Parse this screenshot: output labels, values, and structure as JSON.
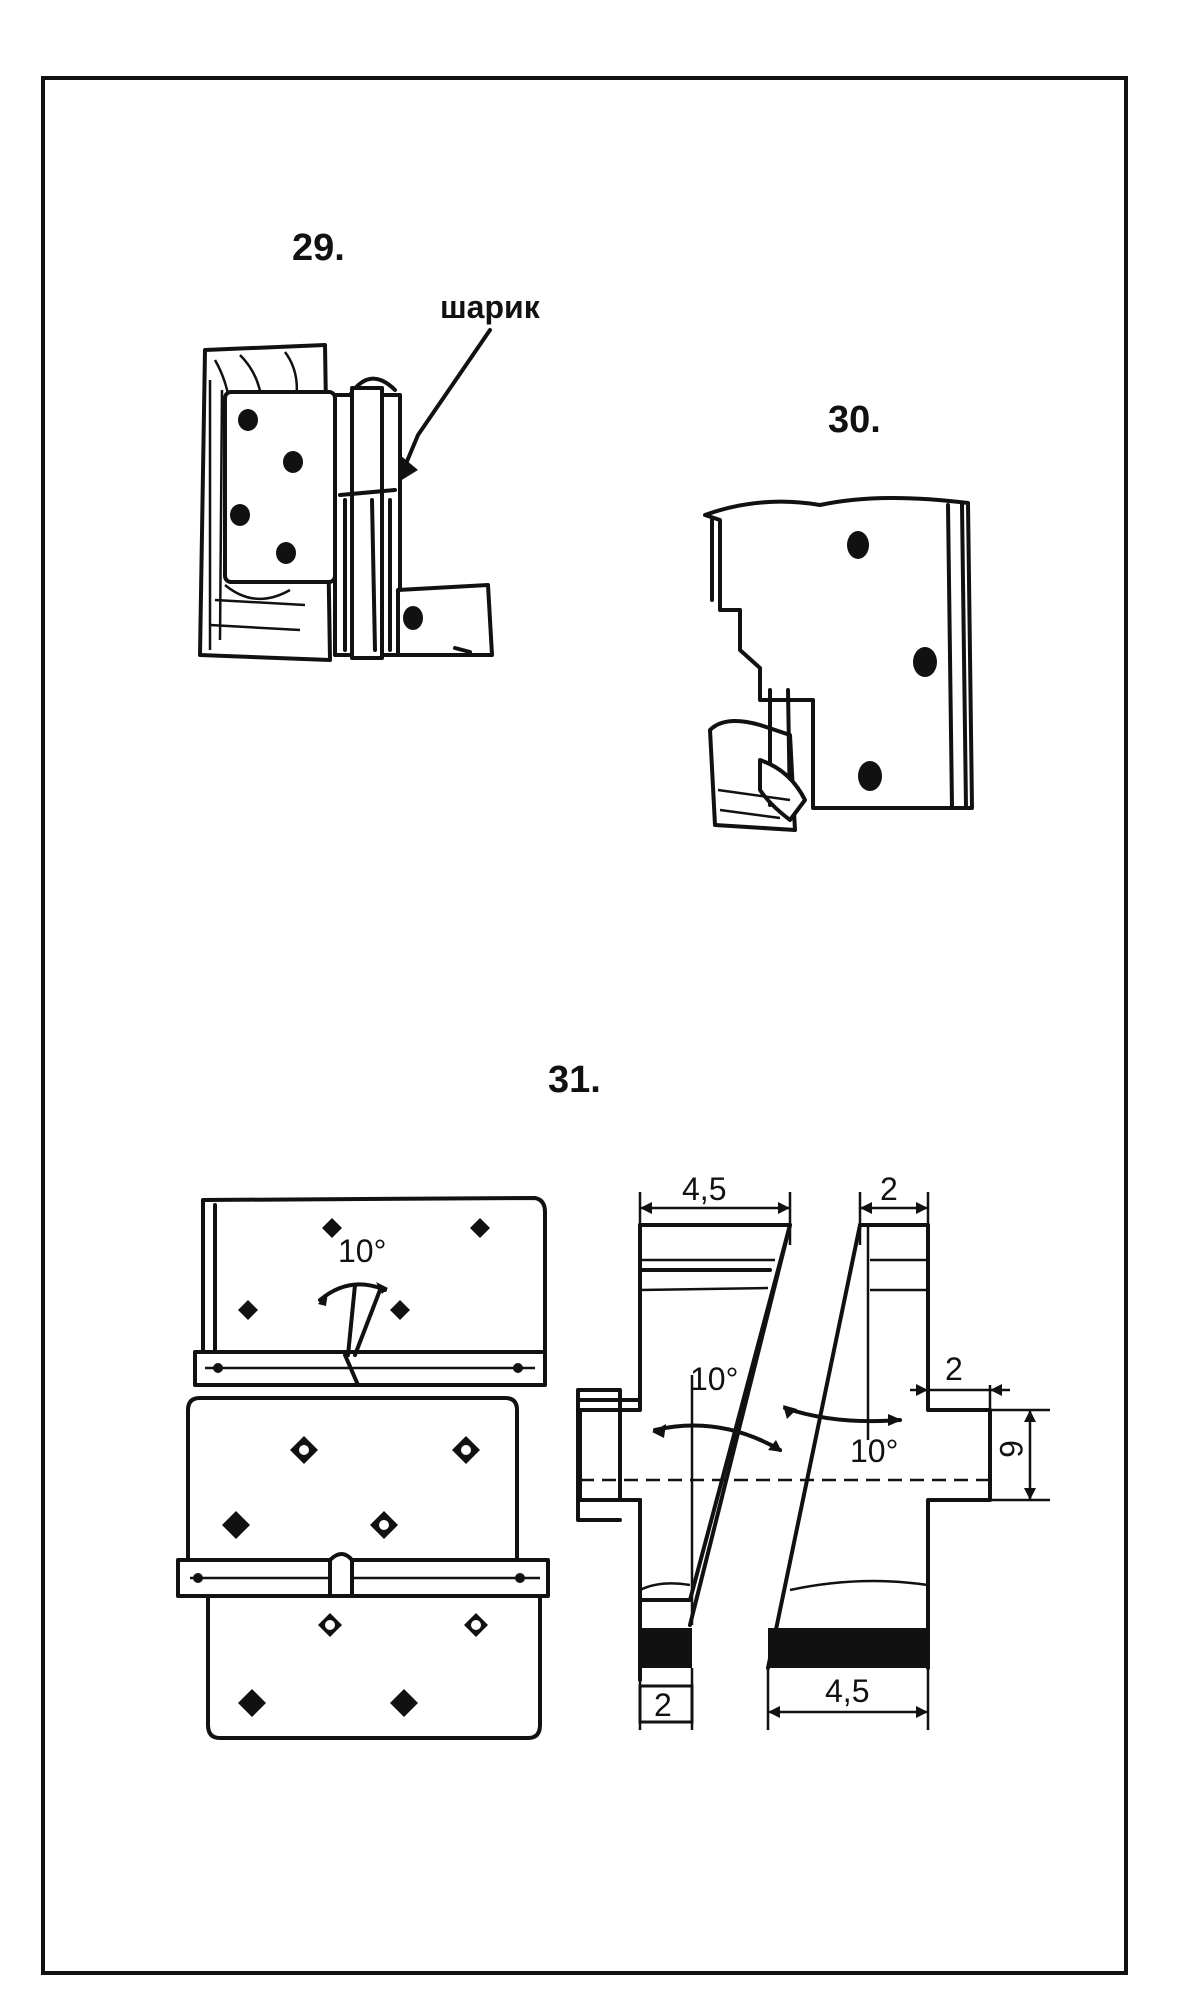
{
  "figures": {
    "fig29": {
      "label": "29.",
      "callout": "шарик"
    },
    "fig30": {
      "label": "30."
    },
    "fig31": {
      "label": "31.",
      "angle_top": "10°",
      "dimensions": {
        "top_left_width": "4,5",
        "top_right_width": "2",
        "angle_left": "10°",
        "angle_right": "10°",
        "step_right": "2",
        "height_right": "6",
        "bottom_left_width": "2",
        "bottom_right_width": "4,5"
      }
    }
  }
}
